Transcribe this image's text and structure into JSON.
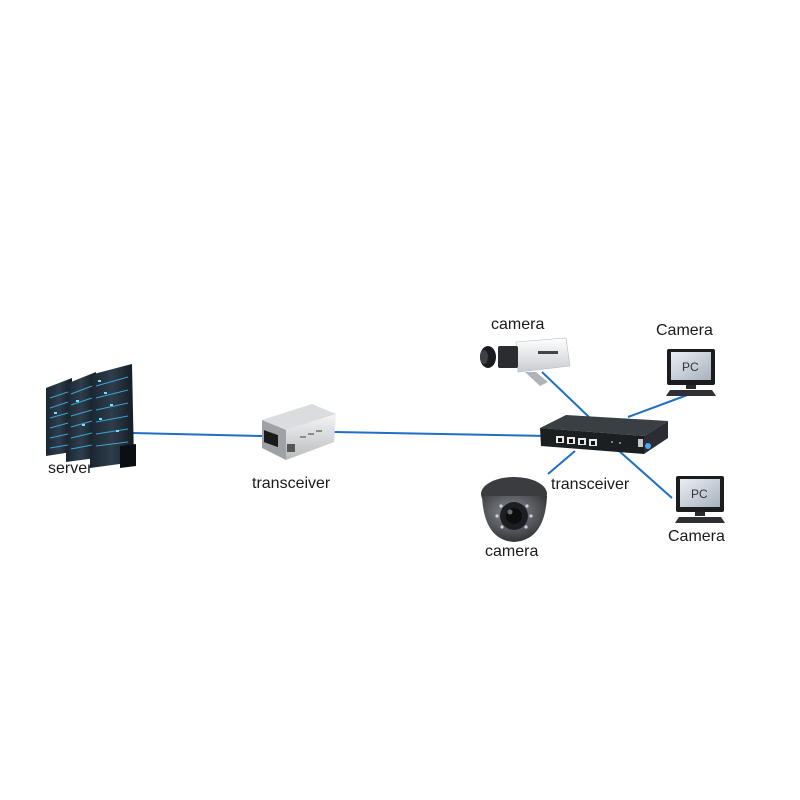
{
  "diagram": {
    "nodes": [
      {
        "id": "server",
        "label": "server",
        "icon": "server-rack-icon"
      },
      {
        "id": "transceiver-1",
        "label": "transceiver",
        "icon": "media-converter-icon"
      },
      {
        "id": "transceiver-2",
        "label": "transceiver",
        "icon": "ethernet-switch-icon"
      },
      {
        "id": "bullet-camera",
        "label": "camera",
        "icon": "bullet-camera-icon"
      },
      {
        "id": "dome-camera",
        "label": "camera",
        "icon": "dome-camera-icon"
      },
      {
        "id": "pc-top",
        "label": "Camera",
        "screen_text": "PC",
        "icon": "pc-monitor-icon"
      },
      {
        "id": "pc-bottom",
        "label": "Camera",
        "screen_text": "PC",
        "icon": "pc-monitor-icon"
      }
    ],
    "edges": [
      {
        "from": "server",
        "to": "transceiver-1"
      },
      {
        "from": "transceiver-1",
        "to": "transceiver-2"
      },
      {
        "from": "bullet-camera",
        "to": "transceiver-2"
      },
      {
        "from": "dome-camera",
        "to": "transceiver-2"
      },
      {
        "from": "pc-top",
        "to": "transceiver-2"
      },
      {
        "from": "pc-bottom",
        "to": "transceiver-2"
      }
    ],
    "link_color": "#1f6fc4"
  }
}
